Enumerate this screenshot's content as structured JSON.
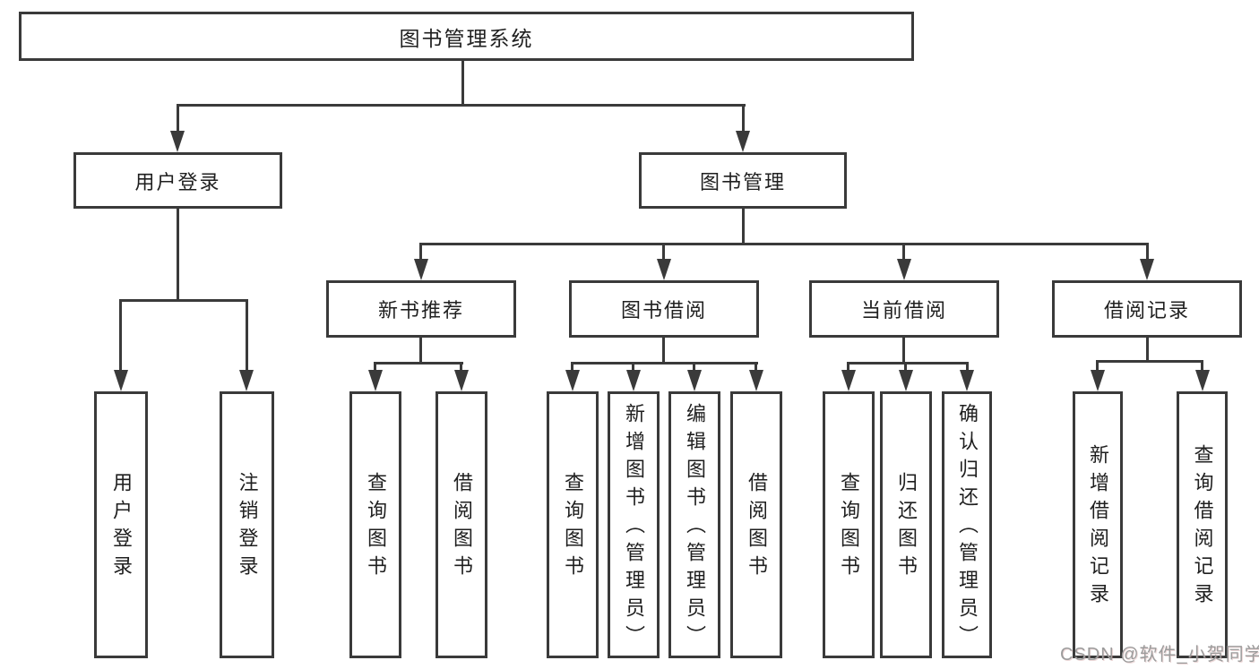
{
  "tree": {
    "label": "图书管理系统",
    "children": [
      {
        "label": "用户登录",
        "children": [
          {
            "label": "用户登录"
          },
          {
            "label": "注销登录"
          }
        ]
      },
      {
        "label": "图书管理",
        "children": [
          {
            "label": "新书推荐",
            "children": [
              {
                "label": "查询图书"
              },
              {
                "label": "借阅图书"
              }
            ]
          },
          {
            "label": "图书借阅",
            "children": [
              {
                "label": "查询图书"
              },
              {
                "label": "新增图书（管理员）"
              },
              {
                "label": "编辑图书（管理员）"
              },
              {
                "label": "借阅图书"
              }
            ]
          },
          {
            "label": "当前借阅",
            "children": [
              {
                "label": "查询图书"
              },
              {
                "label": "归还图书"
              },
              {
                "label": "确认归还（管理员）"
              }
            ]
          },
          {
            "label": "借阅记录",
            "children": [
              {
                "label": "新增借阅记录"
              },
              {
                "label": "查询借阅记录"
              }
            ]
          }
        ]
      }
    ]
  },
  "watermark": "CSDN @软件_小贺同学",
  "colors": {
    "line": "#3a3a3a",
    "text": "#1f1f1f",
    "background": "#ffffff",
    "watermark": "#9c9c9c"
  }
}
